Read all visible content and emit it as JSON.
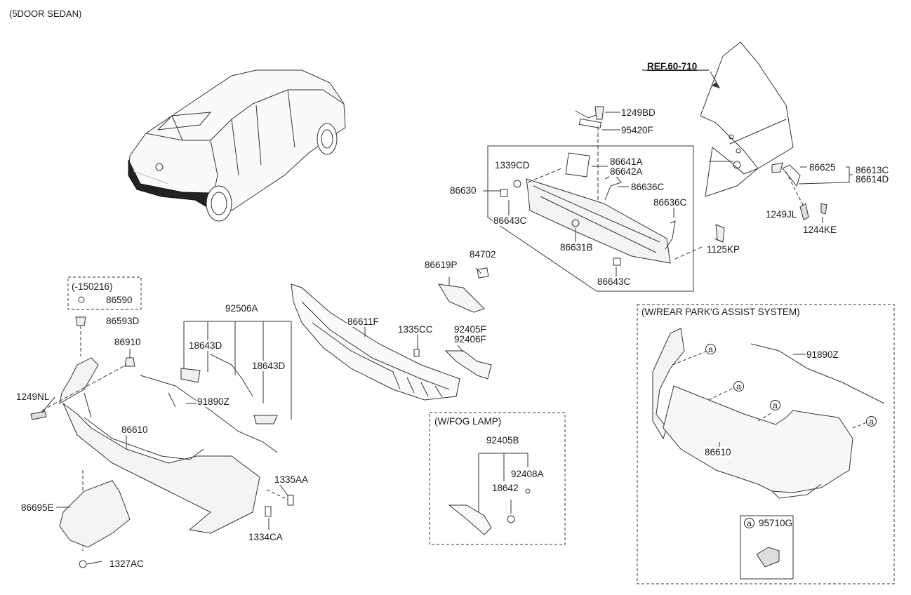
{
  "header": {
    "title": "(5DOOR SEDAN)"
  },
  "reference": {
    "label": "REF.60-710"
  },
  "groups": {
    "date_box": {
      "title": "(-150216)"
    },
    "fog_lamp": {
      "title": "(W/FOG LAMP)"
    },
    "park_assist": {
      "title": "(W/REAR PARK'G ASSIST SYSTEM)"
    }
  },
  "callout": {
    "symbol": "a",
    "part": "95710G"
  },
  "parts": {
    "p1249BD": "1249BD",
    "p95420F": "95420F",
    "p1339CD": "1339CD",
    "p86641A": "86641A",
    "p86642A": "86642A",
    "p86630": "86630",
    "p86636C_1": "86636C",
    "p86636C_2": "86636C",
    "p86643C_1": "86643C",
    "p86643C_2": "86643C",
    "p86631B": "86631B",
    "p1125KP": "1125KP",
    "p86625": "86625",
    "p86613C": "86613C",
    "p86614D": "86614D",
    "p1249JL": "1249JL",
    "p1244KE": "1244KE",
    "p84702": "84702",
    "p86619P": "86619P",
    "p86590": "86590",
    "p86593D": "86593D",
    "p86910": "86910",
    "p1249NL": "1249NL",
    "p92506A": "92506A",
    "p18643D_1": "18643D",
    "p18643D_2": "18643D",
    "p86611F": "86611F",
    "p1335CC": "1335CC",
    "p92405F": "92405F",
    "p92406F": "92406F",
    "p91890Z_1": "91890Z",
    "p86610_1": "86610",
    "p1335AA": "1335AA",
    "p1334CA": "1334CA",
    "p86695E": "86695E",
    "p1327AC": "1327AC",
    "p92405B": "92405B",
    "p92408A": "92408A",
    "p18642": "18642",
    "p91890Z_2": "91890Z",
    "p86610_2": "86610"
  }
}
